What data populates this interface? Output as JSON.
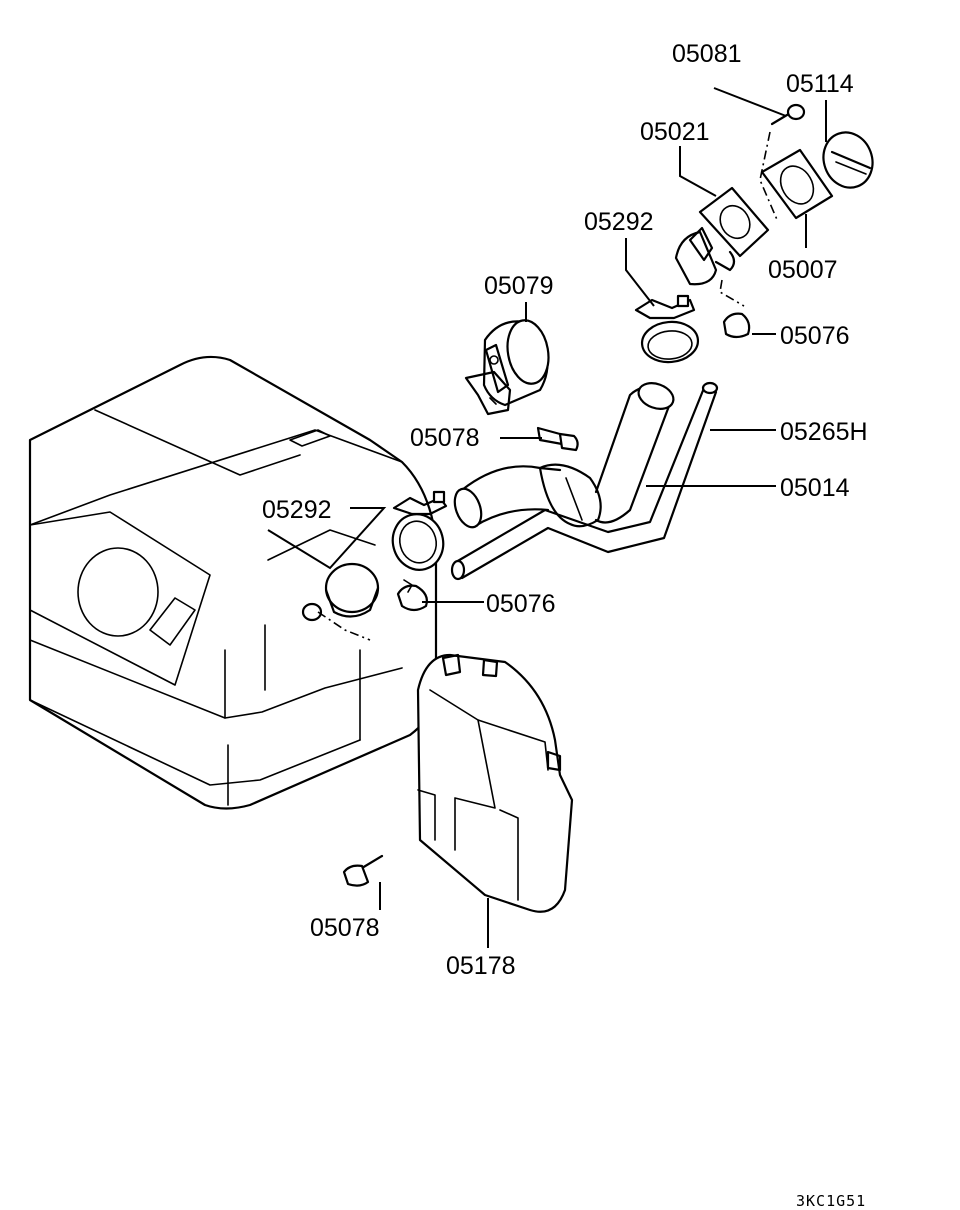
{
  "labels": {
    "p05081": "05081",
    "p05114": "05114",
    "p05021": "05021",
    "p05292_top": "05292",
    "p05007": "05007",
    "p05079": "05079",
    "p05076_top": "05076",
    "p05078_top": "05078",
    "p05265H": "05265H",
    "p05014": "05014",
    "p05292_left": "05292",
    "p05076_mid": "05076",
    "p05078_bottom": "05078",
    "p05178": "05178"
  },
  "drawing_code": "3KC1G51"
}
